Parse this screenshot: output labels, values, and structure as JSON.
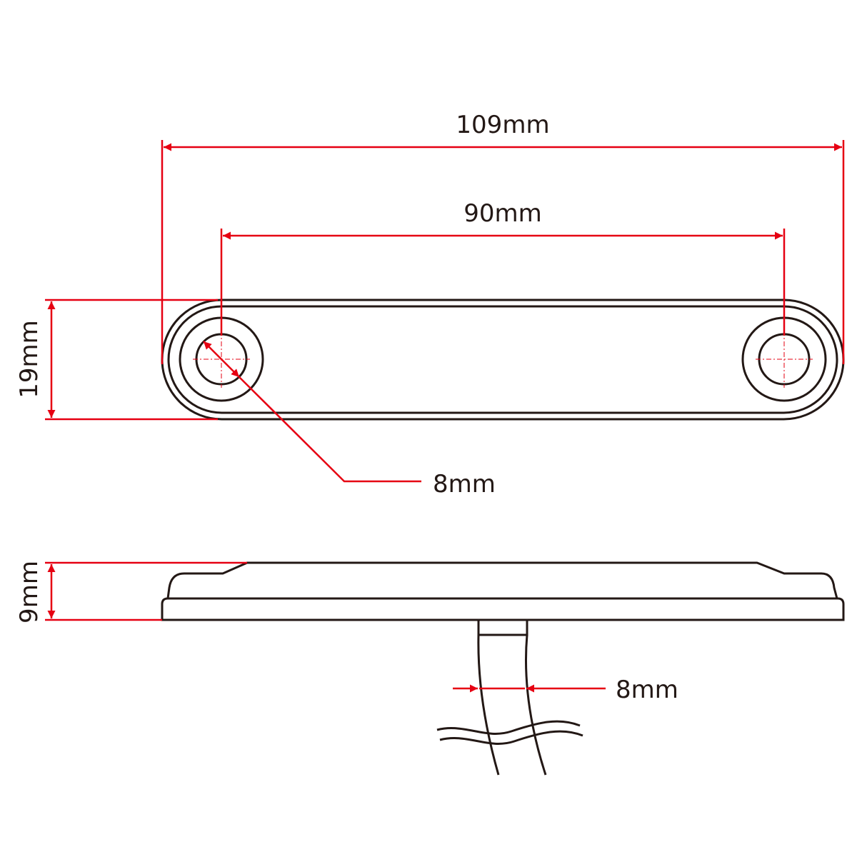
{
  "diagram": {
    "top_view": {
      "overall_length": "109mm",
      "hole_spacing": "90mm",
      "width": "19mm",
      "hole_diameter": "8mm"
    },
    "side_view": {
      "height": "9mm",
      "cable_diameter": "8mm"
    }
  },
  "colors": {
    "outline": "#231815",
    "dimension": "#e60012",
    "background": "#ffffff"
  }
}
